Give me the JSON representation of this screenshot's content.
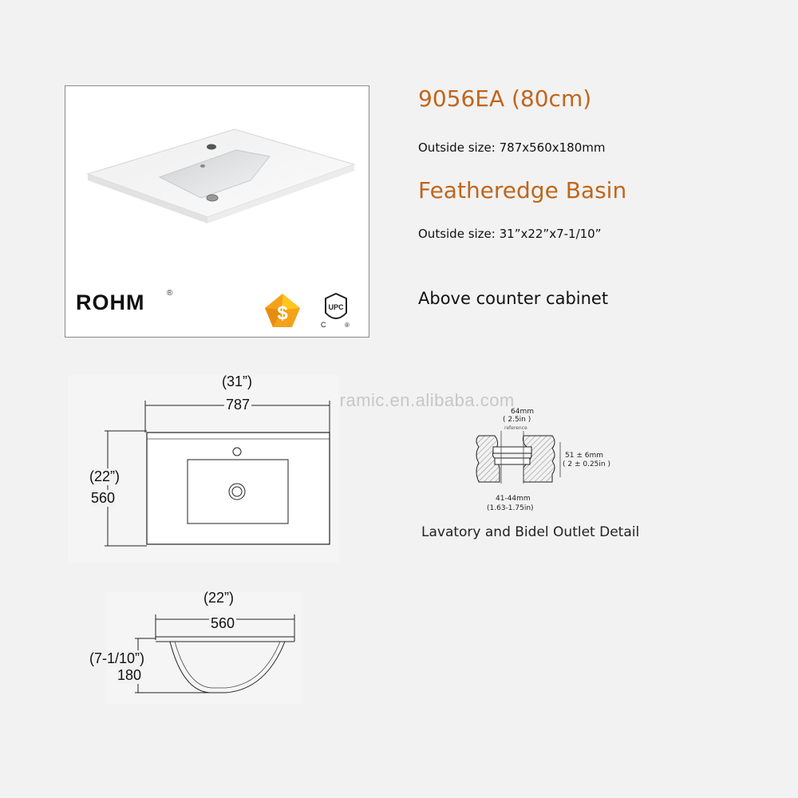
{
  "product": {
    "model": "9056EA (80cm)",
    "outside_size_mm": "Outside size: 787x560x180mm",
    "name": "Featheredge Basin",
    "outside_size_in": "Outside size: 31”x22”x7-1/10”",
    "note": "Above counter cabinet"
  },
  "photo": {
    "brand": "ROHM",
    "reg_mark": "®",
    "badge_symbol": "$",
    "cert_label": "UPC",
    "cert_letter": "C",
    "cert_reg": "®"
  },
  "watermark": "lemanceramic.en.alibaba.com",
  "top_view": {
    "width_in": "(31”)",
    "width_mm": "787",
    "depth_in": "(22”)",
    "depth_mm": "560"
  },
  "side_view": {
    "width_in": "(22”)",
    "width_mm": "560",
    "height_in": "(7-1/10”)",
    "height_mm": "180"
  },
  "outlet_detail": {
    "caption": "Lavatory and Bidel Outlet Detail",
    "top_mm": "64mm",
    "top_in": "( 2.5in )",
    "reference": "reference",
    "right_mm": "51 ± 6mm",
    "right_in": "( 2 ± 0.25in )",
    "bottom_mm": "41-44mm",
    "bottom_in": "(1.63-1.75in)"
  },
  "colors": {
    "accent": "#c0661d",
    "badge_orange": "#f5a21b",
    "badge_yellow": "#ffc61e"
  }
}
